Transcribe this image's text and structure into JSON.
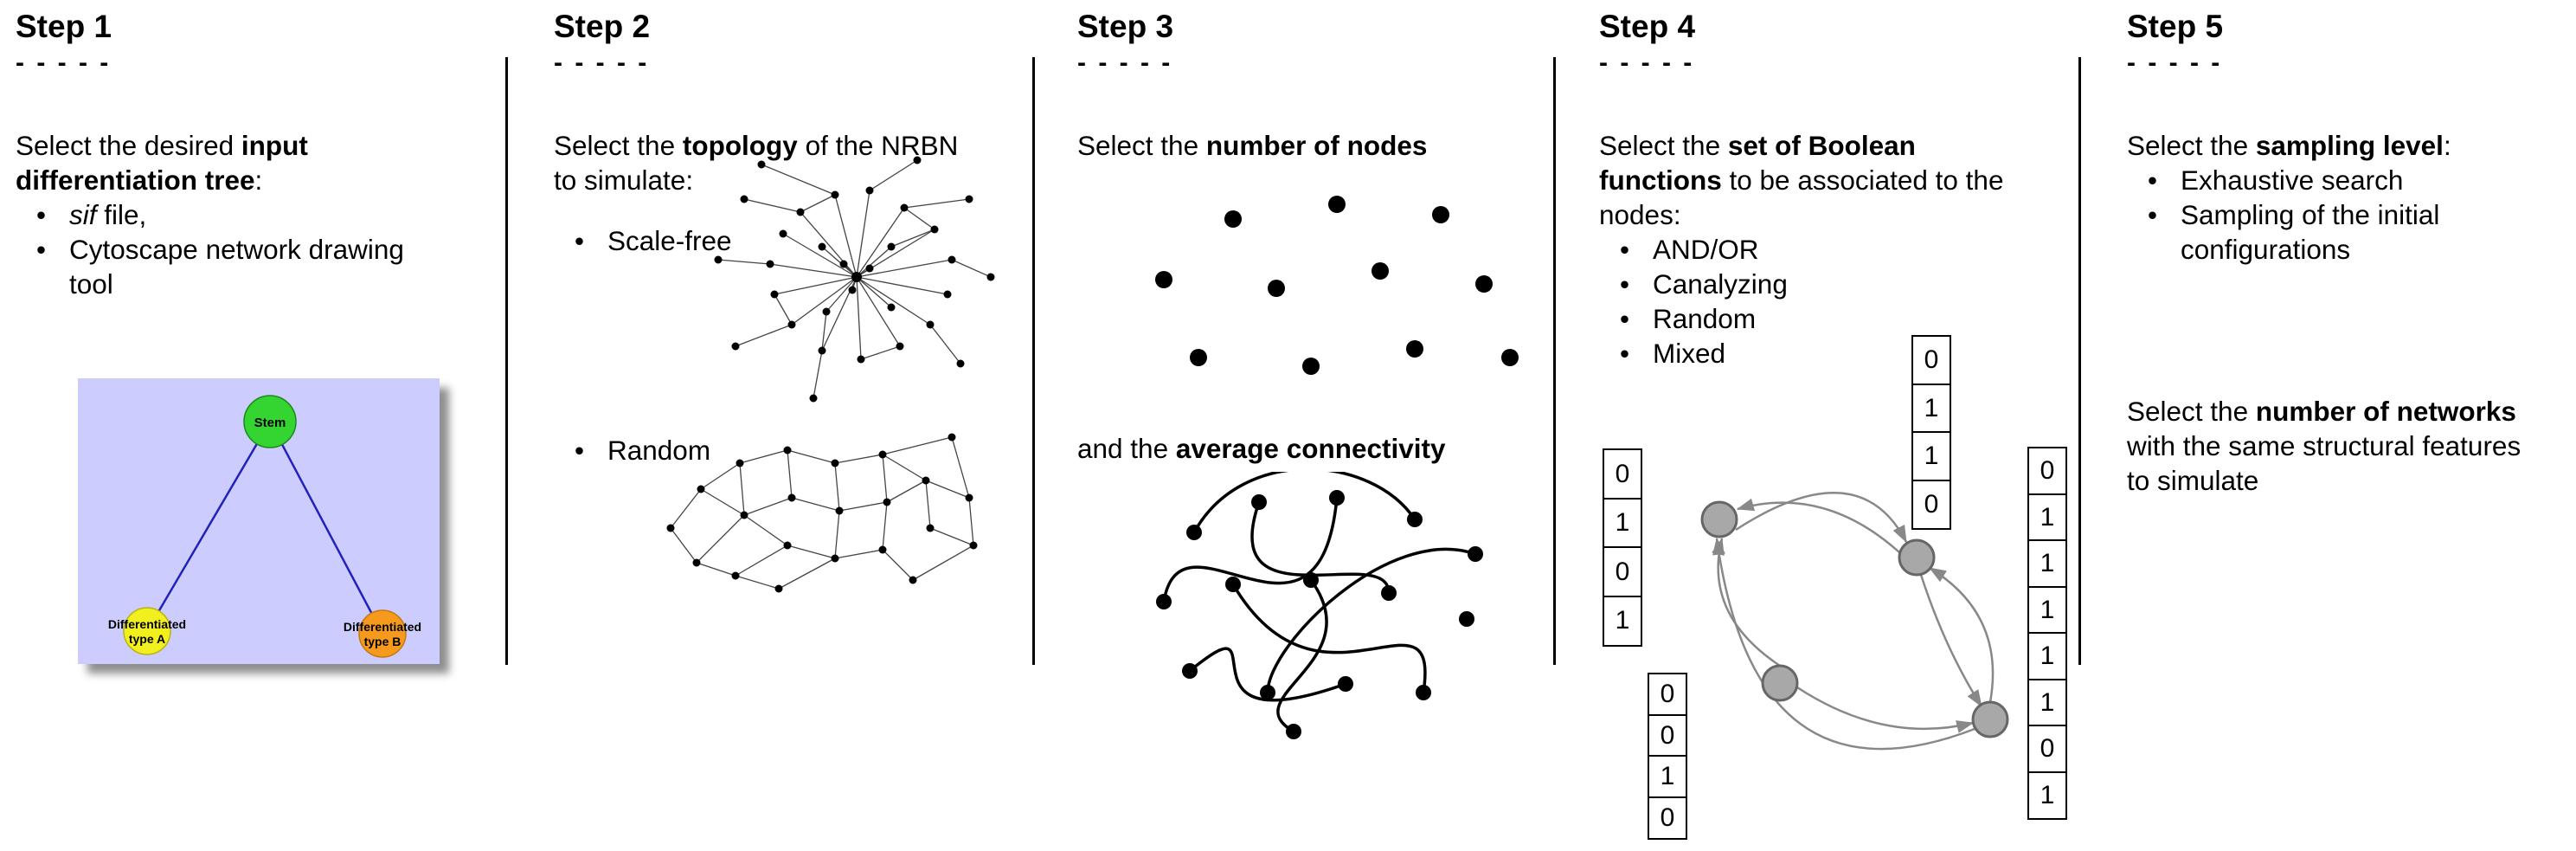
{
  "dashes": "- - - - -",
  "steps": {
    "s1": {
      "title": "Step 1",
      "intro_pre": "Select the desired ",
      "intro_bold": "input differentiation tree",
      "intro_post": ":",
      "bullet1_italic": "sif",
      "bullet1_post": " file,",
      "bullet2": "Cytoscape network drawing tool",
      "tree": {
        "stem_label": "Stem",
        "a_line1": "Differentiated",
        "a_line2": "type A",
        "b_line1": "Differentiated",
        "b_line2": "type B",
        "colors": {
          "background": "#ccccfe",
          "stem": "#35d531",
          "type_a": "#f2ef1f",
          "type_b": "#f59a1c",
          "edge": "#2222bb"
        }
      }
    },
    "s2": {
      "title": "Step 2",
      "intro_pre": "Select the ",
      "intro_bold": "topology",
      "intro_post": " of the NRBN to simulate:",
      "bullet1": "Scale-free",
      "bullet2": "Random"
    },
    "s3": {
      "title": "Step 3",
      "line1_pre": "Select the ",
      "line1_bold": "number of nodes",
      "line2_pre": "and the ",
      "line2_bold": "average connectivity"
    },
    "s4": {
      "title": "Step 4",
      "intro_pre": "Select the ",
      "intro_bold": "set of Boolean functions",
      "intro_post": " to be associated to the nodes:",
      "bullets": [
        "AND/OR",
        "Canalyzing",
        "Random",
        "Mixed"
      ],
      "truth_tables": [
        {
          "name": "left",
          "values": [
            "0",
            "1",
            "0",
            "1"
          ]
        },
        {
          "name": "bottom-left",
          "values": [
            "0",
            "0",
            "1",
            "0"
          ]
        },
        {
          "name": "top-middle",
          "values": [
            "0",
            "1",
            "1",
            "0"
          ]
        },
        {
          "name": "right",
          "values": [
            "0",
            "1",
            "1",
            "1",
            "1",
            "1",
            "0",
            "1"
          ]
        }
      ]
    },
    "s5": {
      "title": "Step 5",
      "line1_pre": "Select the ",
      "line1_bold": "sampling level",
      "line1_post": ":",
      "bullet1": "Exhaustive search",
      "bullet2": "Sampling of the initial configurations",
      "line2_pre": "Select the ",
      "line2_bold": "number of networks",
      "line2_post": " with the same structural features to simulate"
    }
  }
}
